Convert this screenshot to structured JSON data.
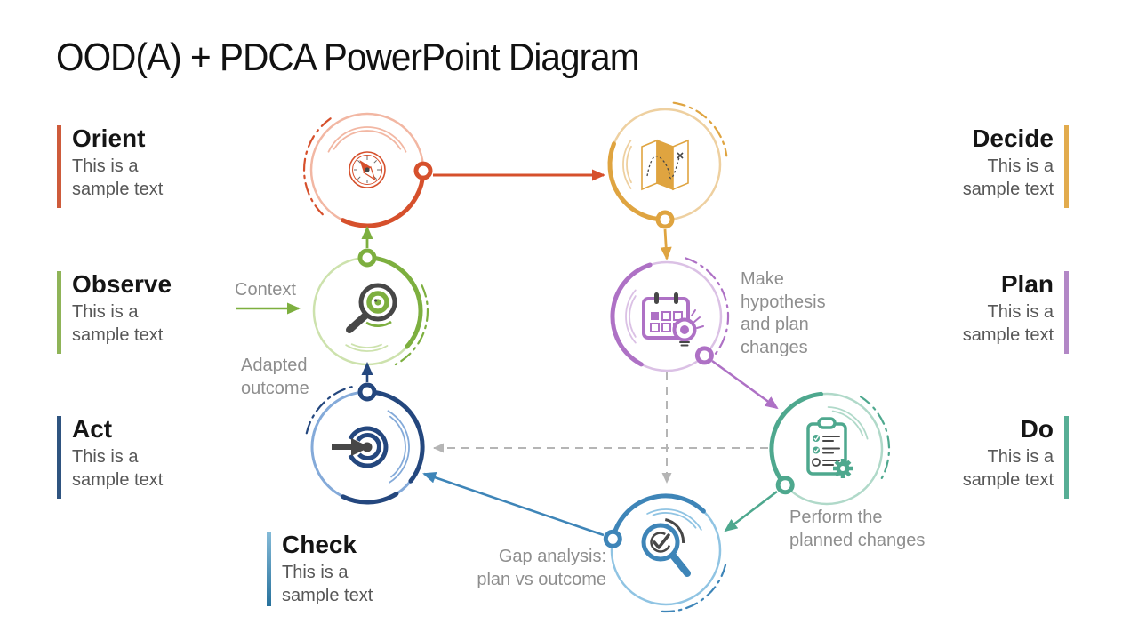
{
  "title": "OOD(A) + PDCA PowerPoint Diagram",
  "steps": {
    "orient": {
      "label": "Orient",
      "desc": "This is a sample text"
    },
    "observe": {
      "label": "Observe",
      "desc": "This is a sample text"
    },
    "act": {
      "label": "Act",
      "desc": "This is a sample text"
    },
    "decide": {
      "label": "Decide",
      "desc": "This is a sample text"
    },
    "plan": {
      "label": "Plan",
      "desc": "This is a sample text"
    },
    "do": {
      "label": "Do",
      "desc": "This is a sample text"
    },
    "check": {
      "label": "Check",
      "desc": "This is a sample text"
    }
  },
  "annotations": {
    "context": "Context",
    "adapted_outcome": "Adapted outcome",
    "make_hypothesis": "Make hypothesis and plan changes",
    "perform_changes": "Perform the planned changes",
    "gap_analysis": "Gap analysis: plan vs outcome"
  },
  "nodes": {
    "orient": {
      "icon": "compass-icon",
      "color": "#D6502C",
      "light": "#F2B7A3",
      "bar": "#CE5B3B"
    },
    "decide": {
      "icon": "map-icon",
      "color": "#DFA440",
      "light": "#EED0A0",
      "bar": "#E2AB4D"
    },
    "observe": {
      "icon": "magnifier-eye-icon",
      "color": "#7DAF3F",
      "light": "#CDE2AD",
      "bar": "#8FB458"
    },
    "plan": {
      "icon": "calendar-bulb-icon",
      "color": "#AE71C5",
      "light": "#DBC1E5",
      "bar": "#B287C6"
    },
    "act": {
      "icon": "target-arrow-icon",
      "color": "#24477E",
      "light": "#84AAD9",
      "bar": "#2F5480"
    },
    "do": {
      "icon": "checklist-gear-icon",
      "color": "#4EA88E",
      "light": "#B0D9C9",
      "bar": "#57AE95"
    },
    "check": {
      "icon": "magnifier-check-icon",
      "color": "#3E85B8",
      "light": "#90C4E3",
      "bar_top": "#85BBD8",
      "bar_bottom": "#27719C"
    }
  },
  "colors": {
    "background": "#FFFFFF",
    "title_text": "#111111",
    "step_title_text": "#151515",
    "step_desc_text": "#575757",
    "annotation_text": "#8E8E8E",
    "icon_ink": "#474747",
    "dashed_arrow": "#B5B5B5"
  }
}
